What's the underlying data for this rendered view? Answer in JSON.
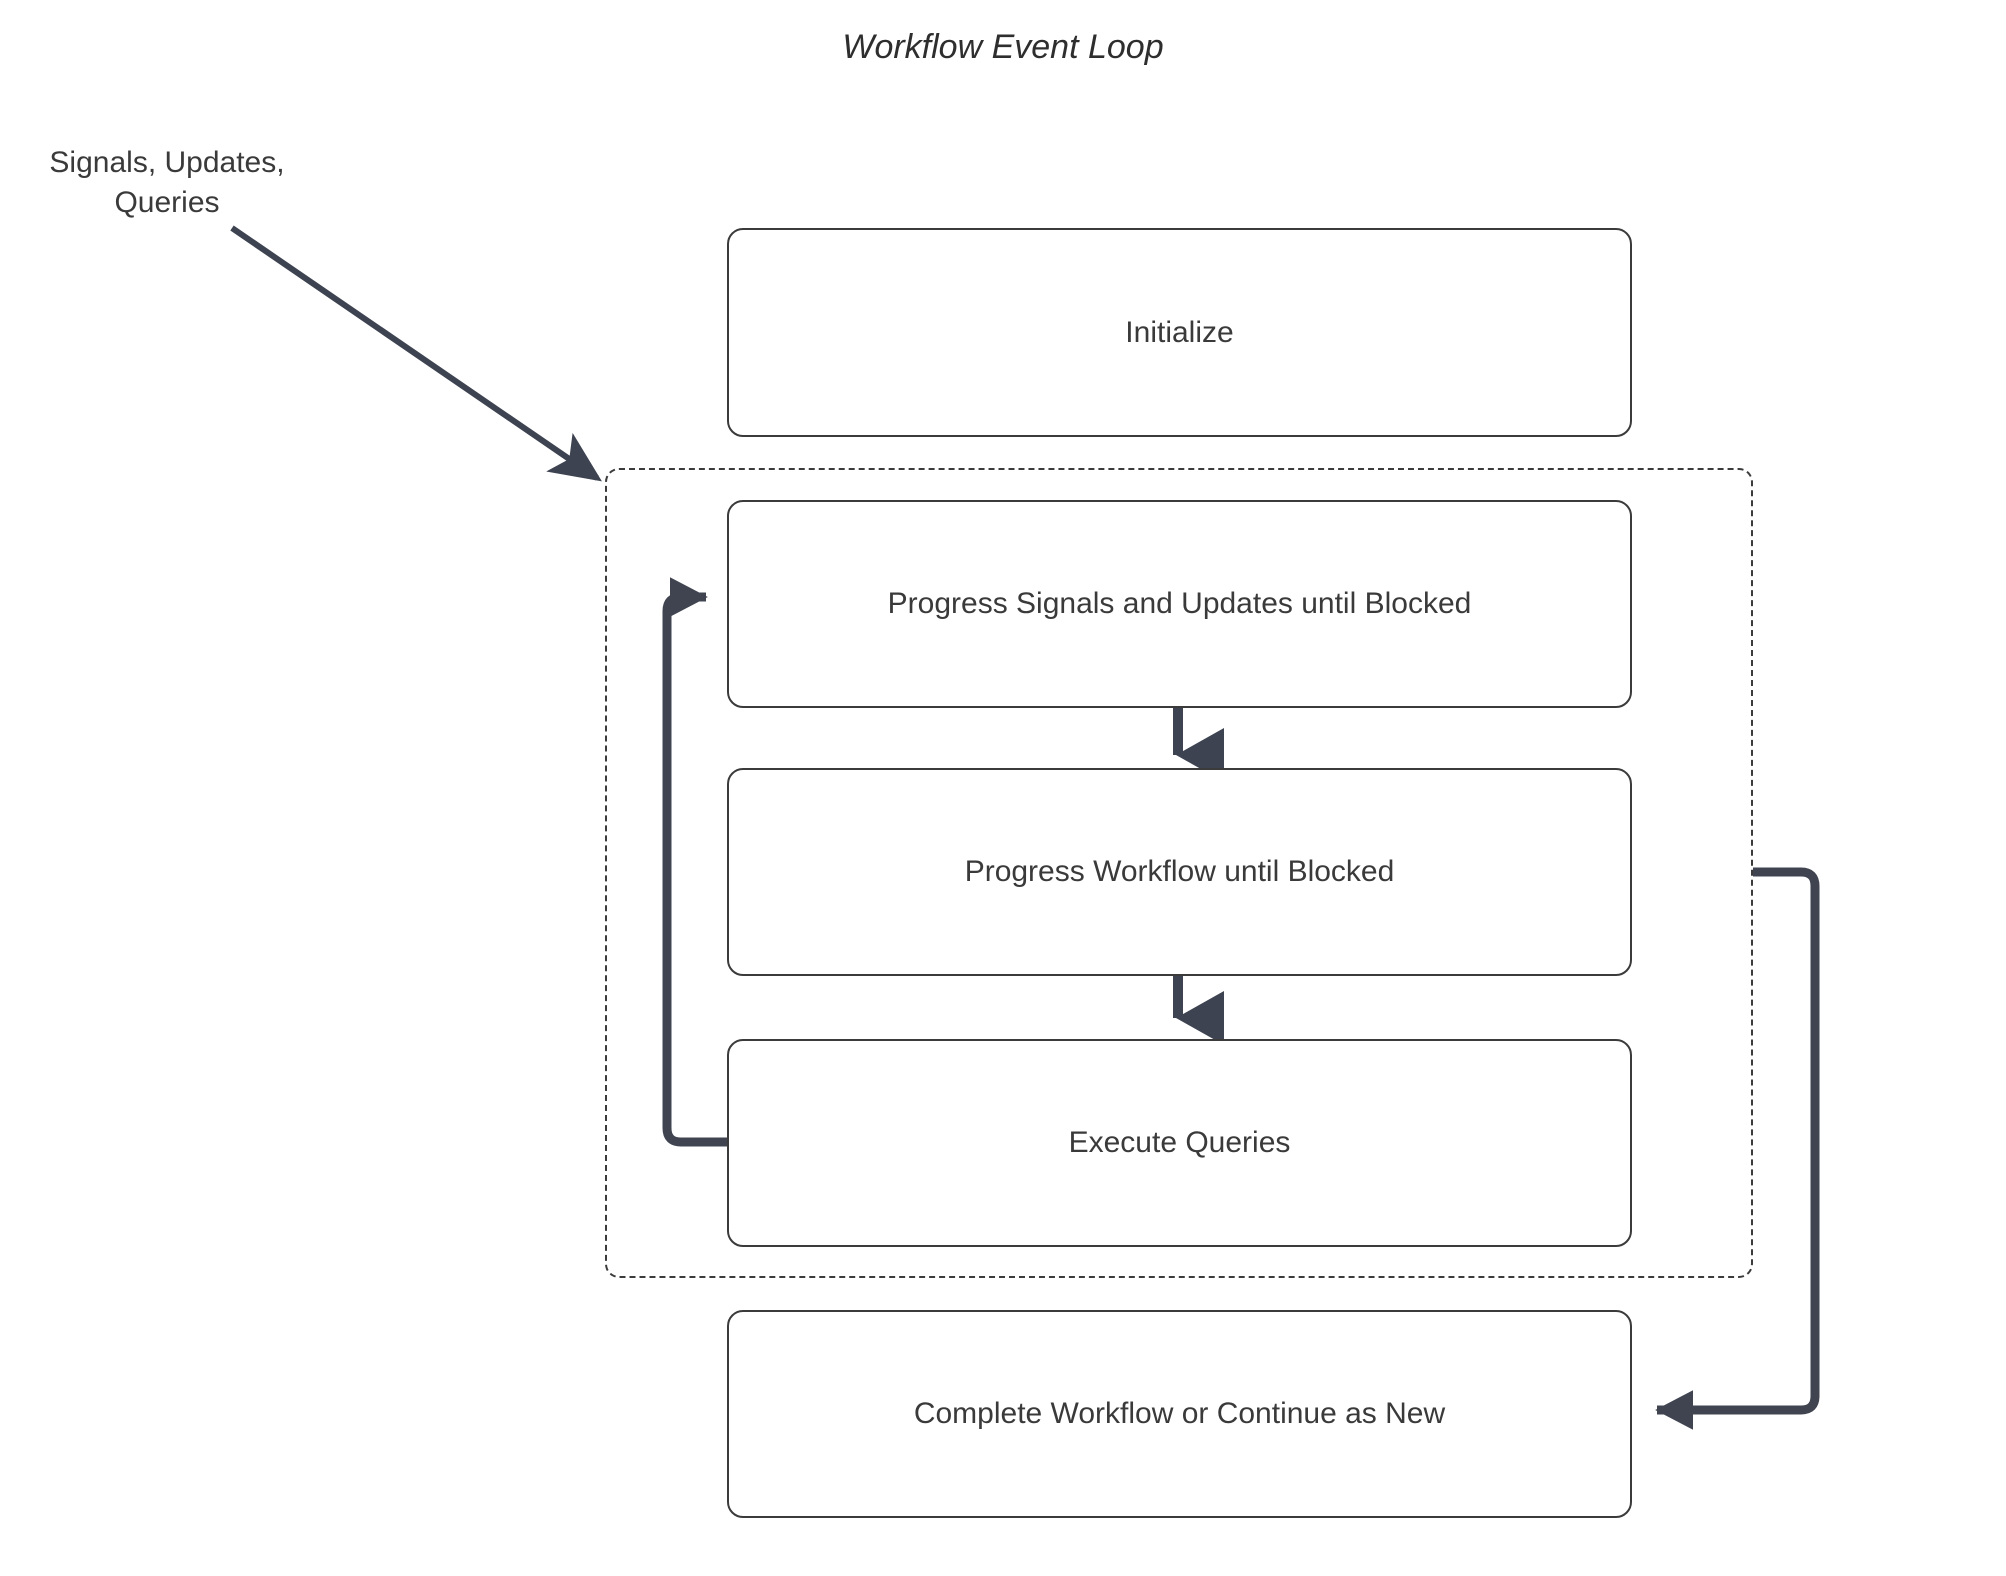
{
  "diagram": {
    "title": "Workflow Event Loop",
    "background_color": "#ffffff",
    "node_border_color": "#3b3b3b",
    "text_color": "#3a3a3a",
    "edge_color": "#3d4350",
    "loop_edge_color": "#3f4450"
  },
  "external_input": {
    "label_line1": "Signals, Updates,",
    "label_line2": "Queries",
    "full_label": "Signals, Updates, Queries"
  },
  "loop_container": {
    "label": "",
    "border_style": "dashed"
  },
  "nodes": [
    {
      "id": "initialize",
      "label": "Initialize"
    },
    {
      "id": "progress-signals-updates",
      "label": "Progress Signals and Updates until Blocked"
    },
    {
      "id": "progress-workflow",
      "label": "Progress Workflow until Blocked"
    },
    {
      "id": "execute-queries",
      "label": "Execute Queries"
    },
    {
      "id": "complete-or-continue",
      "label": "Complete Workflow or Continue as New"
    }
  ],
  "edges": [
    {
      "id": "external-to-loop",
      "from": "Signals, Updates, Queries",
      "to": "loop-container",
      "label": ""
    },
    {
      "id": "signals-to-workflow",
      "from": "Progress Signals and Updates until Blocked",
      "to": "Progress Workflow until Blocked",
      "label": ""
    },
    {
      "id": "workflow-to-queries",
      "from": "Progress Workflow until Blocked",
      "to": "Execute Queries",
      "label": ""
    },
    {
      "id": "queries-back-to-signals",
      "from": "Execute Queries",
      "to": "Progress Signals and Updates until Blocked",
      "label": ""
    },
    {
      "id": "loop-to-complete",
      "from": "loop-container",
      "to": "Complete Workflow or Continue as New",
      "label": ""
    }
  ]
}
